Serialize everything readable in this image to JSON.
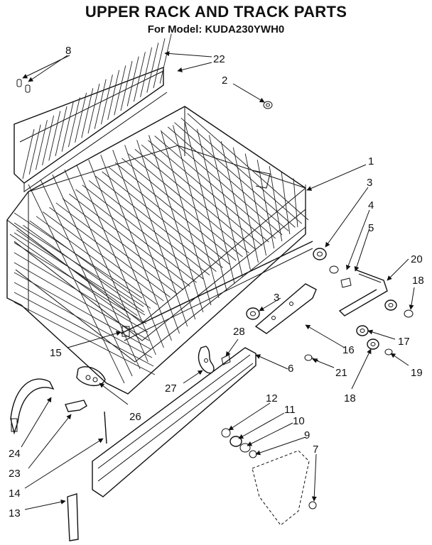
{
  "header": {
    "title": "UPPER RACK AND TRACK PARTS",
    "subtitle": "For Model: KUDA230YWH0"
  },
  "callouts": {
    "c1": "1",
    "c2": "2",
    "c3a": "3",
    "c3b": "3",
    "c4": "4",
    "c5": "5",
    "c6": "6",
    "c7": "7",
    "c8": "8",
    "c9": "9",
    "c10": "10",
    "c11": "11",
    "c12": "12",
    "c13": "13",
    "c14": "14",
    "c15": "15",
    "c16": "16",
    "c17": "17",
    "c18a": "18",
    "c18b": "18",
    "c19": "19",
    "c20": "20",
    "c21": "21",
    "c22": "22",
    "c23": "23",
    "c24": "24",
    "c26": "26",
    "c27": "27",
    "c28": "28"
  }
}
